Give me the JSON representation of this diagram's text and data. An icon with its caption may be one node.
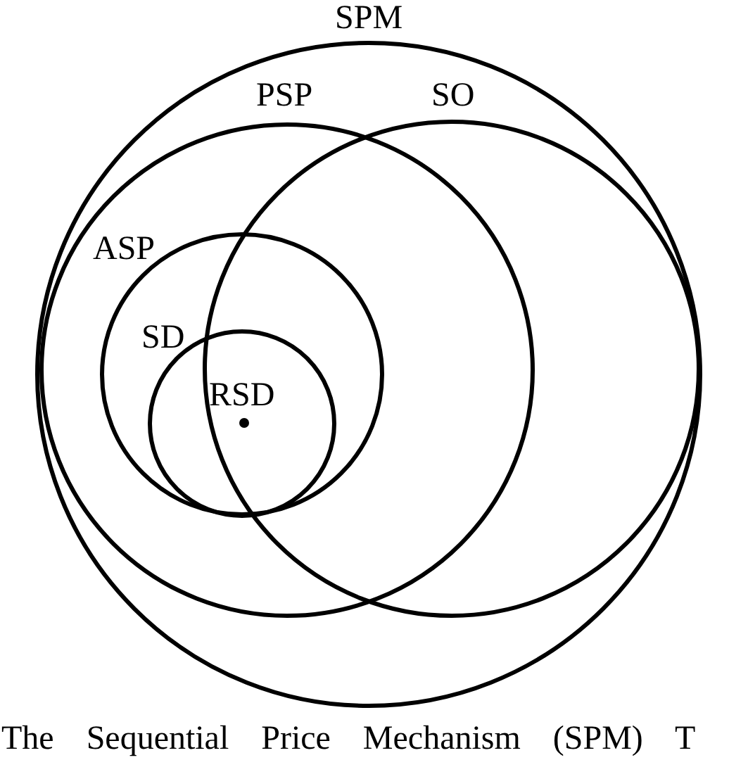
{
  "diagram": {
    "caption": "The Sequential Price Mechanism (SPM) T",
    "nodes": [
      {
        "text": [
          "SPM"
        ]
      },
      {
        "text": [
          "PSP"
        ],
        "in": 0
      },
      {
        "text": [
          "SO"
        ],
        "in": 0
      },
      {
        "text": [
          "ASP"
        ],
        "in": 1
      },
      {
        "text": [
          "SD"
        ],
        "in": 3
      },
      {
        "text": [
          "RSD"
        ]
      }
    ]
  }
}
